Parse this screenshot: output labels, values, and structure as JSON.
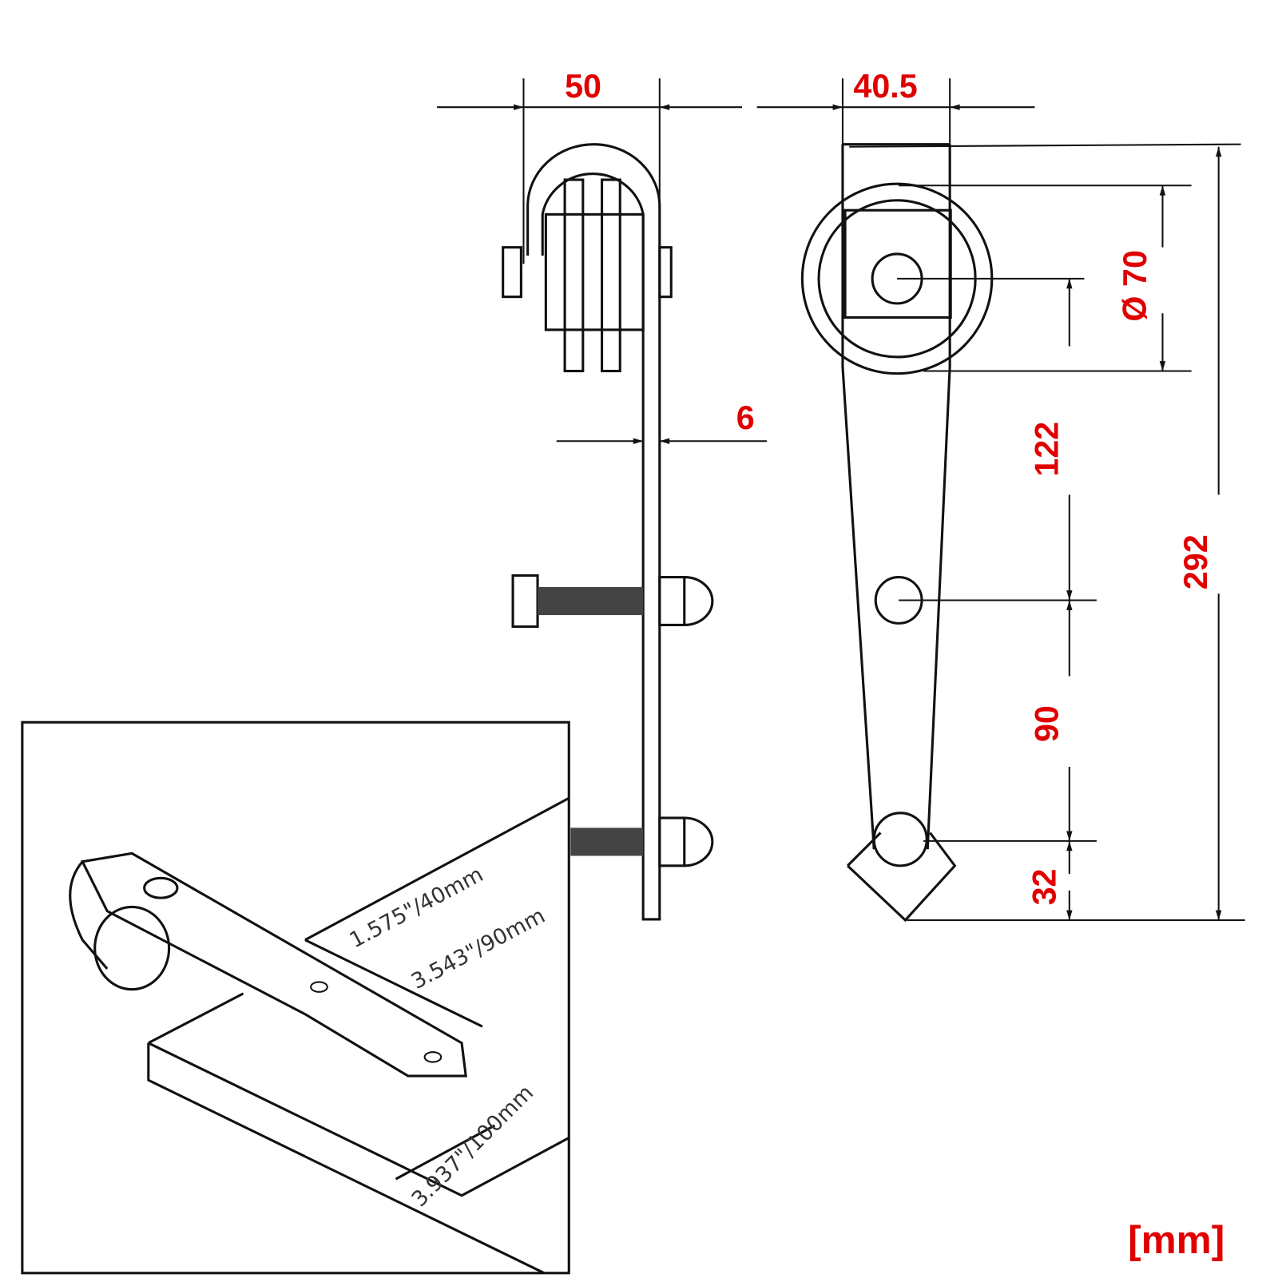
{
  "dimensions": {
    "side_width": "50",
    "front_width": "40.5",
    "plate_thickness": "6",
    "wheel_diameter": "Ø 70",
    "axle_to_hole": "122",
    "hole_spacing": "90",
    "bottom_offset": "32",
    "total_height": "292"
  },
  "inset": {
    "label_40": "1.575\"/40mm",
    "label_90": "3.543\"/90mm",
    "label_100": "3.937\"/100mm"
  },
  "unit_label": "[mm]"
}
